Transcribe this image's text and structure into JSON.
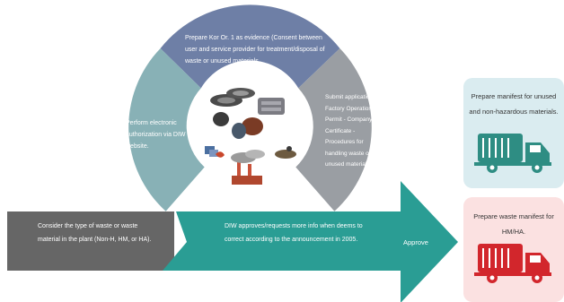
{
  "colors": {
    "segment_top": "#6e7fa6",
    "segment_left": "#88b1b6",
    "segment_right": "#9a9ea3",
    "bottom_bar": "#666666",
    "teal_arrow": "#2a9d94",
    "card_blue_bg": "#daecf0",
    "card_red_bg": "#fbe1e1",
    "truck_teal": "#2e8d83",
    "truck_red": "#d2262c"
  },
  "segments": {
    "top_text": "Prepare Kor Or. 1 as evidence (Consent between user and service provider for treatment/disposal of waste or unused materials.",
    "left_text": "Perform electronic authorization via DIW website.",
    "right_text": "Submit application - Factory Operation Permit - Company Certificate - Procedures for handling waste or unused materials."
  },
  "bottom": {
    "left_text": "Consider the type of waste or waste material in the plant (Non-H, HM, or HA).",
    "arrow_text": "DIW approves/requests more info when deems to correct according to the announcement in 2005.",
    "approve_label": "Approve"
  },
  "outcomes": {
    "non_hazardous": "Prepare manifest for unused and non-hazardous materials.",
    "hazardous": "Prepare waste manifest for HM/HA."
  },
  "icons": {
    "center": "waste-materials-illustration",
    "truck_top": "garbage-truck-icon",
    "truck_bottom": "garbage-truck-icon"
  }
}
